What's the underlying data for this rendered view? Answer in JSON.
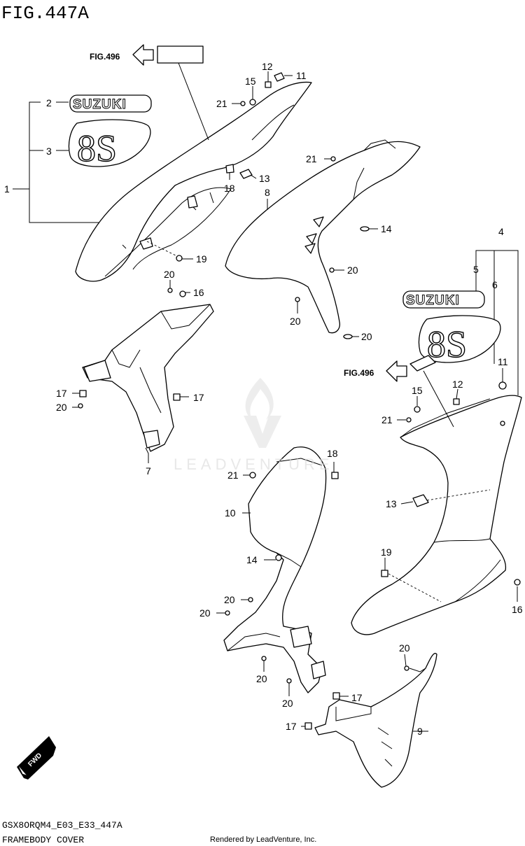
{
  "figure": {
    "title": "FIG.447A",
    "code": "GSX8ORQM4_E03_E33_447A",
    "name": "FRAMEBODY COVER",
    "rendered_by": "Rendered by LeadVenture, Inc.",
    "watermark": "LEADVENTURE"
  },
  "references": {
    "upper": "FIG.496",
    "lower": "FIG.496"
  },
  "emblems": {
    "brand": "SUZUKI",
    "badge": "8S"
  },
  "direction": {
    "label": "FWD"
  },
  "callouts": [
    "1",
    "2",
    "3",
    "4",
    "5",
    "6",
    "7",
    "8",
    "9",
    "10",
    "11",
    "11",
    "12",
    "12",
    "13",
    "13",
    "14",
    "14",
    "15",
    "15",
    "16",
    "16",
    "17",
    "17",
    "17",
    "17",
    "18",
    "18",
    "19",
    "19",
    "20",
    "20",
    "20",
    "20",
    "20",
    "20",
    "20",
    "20",
    "20",
    "20",
    "21",
    "21",
    "21",
    "21"
  ]
}
